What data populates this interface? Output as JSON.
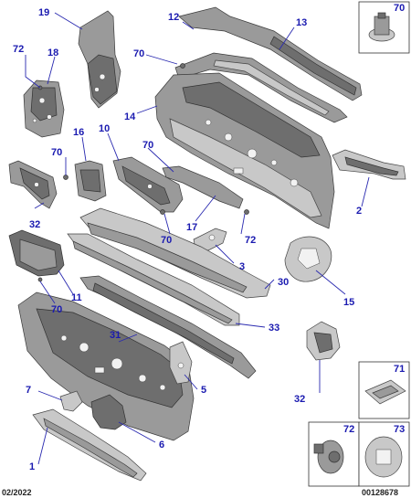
{
  "callouts": {
    "c19": "19",
    "c12": "12",
    "c13": "13",
    "c70a": "70",
    "c72a": "72",
    "c18": "18",
    "c14": "14",
    "c16": "16",
    "c10": "10",
    "c70b": "70",
    "c70c": "70",
    "c2": "2",
    "c17": "17",
    "c72b": "72",
    "c70d": "70",
    "c32a": "32",
    "c3": "3",
    "c30": "30",
    "c15": "15",
    "c11": "11",
    "c70e": "70",
    "c31": "31",
    "c33": "33",
    "c5": "5",
    "c7": "7",
    "c32b": "32",
    "c6": "6",
    "c1": "1",
    "box70": "70",
    "box71": "71",
    "box72": "72",
    "box73": "73"
  },
  "footer": {
    "date": "02/2022",
    "ref": "00128678"
  },
  "colors": {
    "label": "#1a1ab0",
    "part": "#9a9a9a"
  }
}
